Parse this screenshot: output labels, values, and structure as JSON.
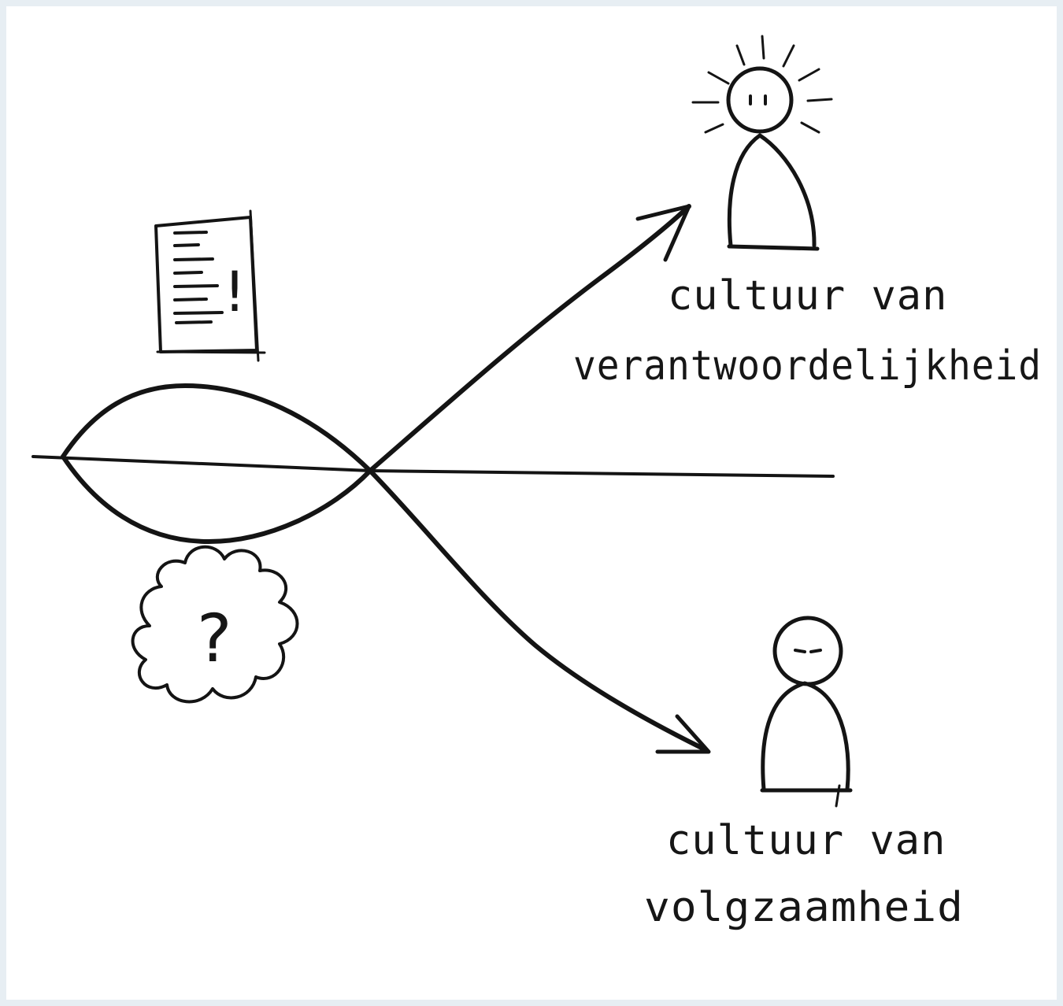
{
  "diagram": {
    "paths": [
      {
        "id": "responsibility",
        "label_line1": "cultuur van",
        "label_line2": "verantwoordelijkheid",
        "figure": "enlightened-person"
      },
      {
        "id": "compliance",
        "label_line1": "cultuur van",
        "label_line2": "volgzaamheid",
        "figure": "sleepy-person"
      }
    ],
    "icons": {
      "document": "document-exclamation-icon",
      "doubt": "question-cloud-icon",
      "document_mark": "!",
      "cloud_mark": "?"
    },
    "colors": {
      "ink": "#141414",
      "background": "#ffffff",
      "border": "#e7eef3"
    }
  }
}
